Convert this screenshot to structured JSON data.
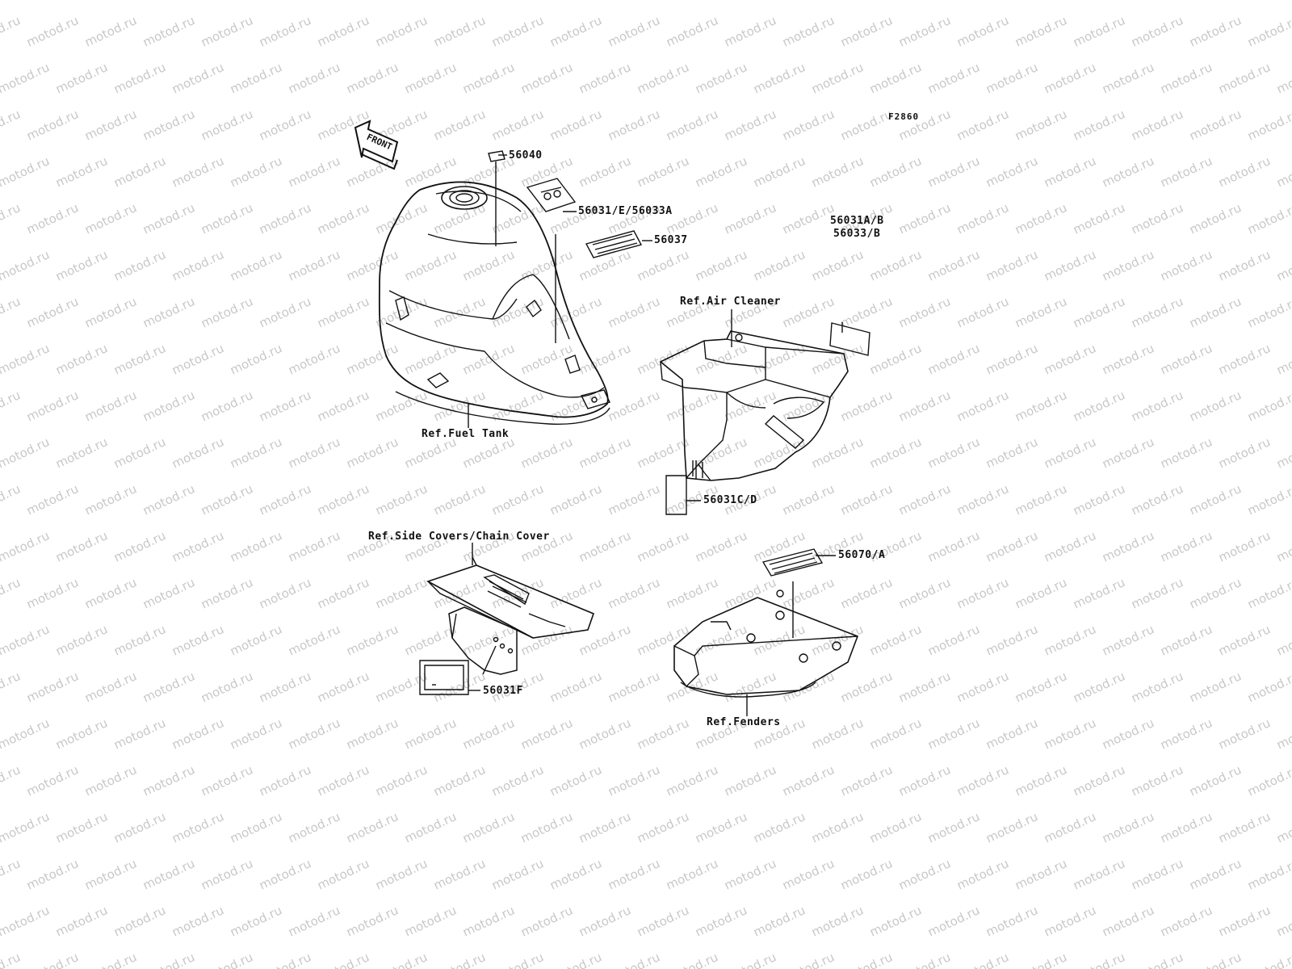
{
  "figure_code": "F2860",
  "front_label": "FRONT",
  "watermark": "motod.ru",
  "parts": {
    "p56040": "56040",
    "p56031E": "56031/E/56033A",
    "p56037": "56037",
    "p56031AB": "56031A/B",
    "p56033B": "56033/B",
    "p56031CD": "56031C/D",
    "p56070A": "56070/A",
    "p56031F": "56031F"
  },
  "refs": {
    "fuel_tank": "Ref.Fuel Tank",
    "air_cleaner": "Ref.Air Cleaner",
    "side_covers": "Ref.Side Covers/Chain Cover",
    "fenders": "Ref.Fenders"
  },
  "colors": {
    "line": "#111111",
    "watermark": "#c8c8c8",
    "background": "#ffffff"
  }
}
